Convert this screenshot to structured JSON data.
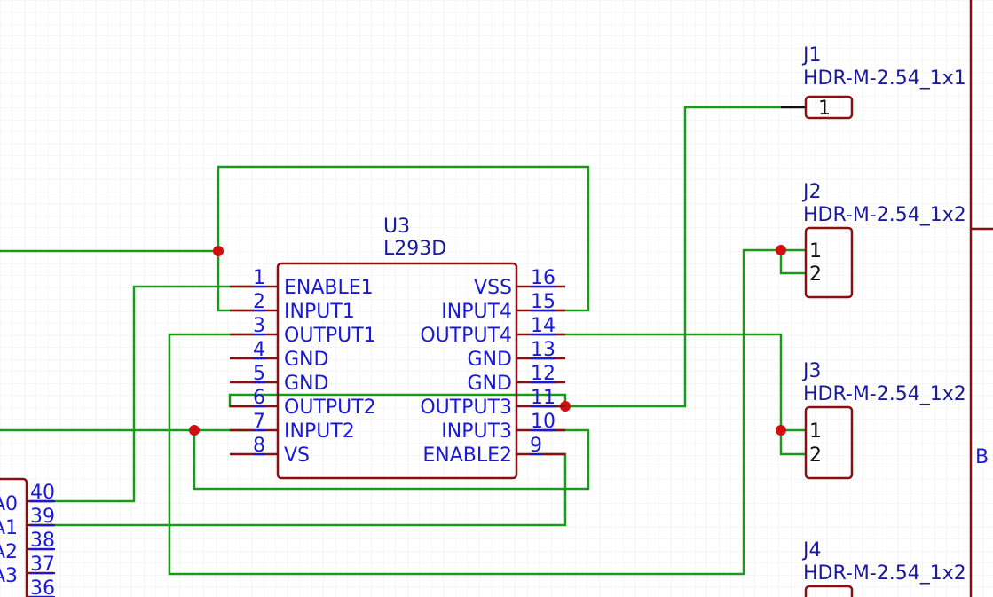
{
  "colors": {
    "wire": "#1a9a1a",
    "body": "#8a1010",
    "pin": "#8a1010",
    "junction": "#d01010",
    "label": "#1a1ad6",
    "grid": "#ececec"
  },
  "u3": {
    "designator": "U3",
    "part": "L293D",
    "left_pins": [
      {
        "num": "1",
        "name": "ENABLE1"
      },
      {
        "num": "2",
        "name": "INPUT1"
      },
      {
        "num": "3",
        "name": "OUTPUT1"
      },
      {
        "num": "4",
        "name": "GND"
      },
      {
        "num": "5",
        "name": "GND"
      },
      {
        "num": "6",
        "name": "OUTPUT2"
      },
      {
        "num": "7",
        "name": "INPUT2"
      },
      {
        "num": "8",
        "name": "VS"
      }
    ],
    "right_pins": [
      {
        "num": "16",
        "name": "VSS"
      },
      {
        "num": "15",
        "name": "INPUT4"
      },
      {
        "num": "14",
        "name": "OUTPUT4"
      },
      {
        "num": "13",
        "name": "GND"
      },
      {
        "num": "12",
        "name": "GND"
      },
      {
        "num": "11",
        "name": "OUTPUT3"
      },
      {
        "num": "10",
        "name": "INPUT3"
      },
      {
        "num": "9",
        "name": "ENABLE2"
      }
    ]
  },
  "connectors": [
    {
      "designator": "J1",
      "part": "HDR-M-2.54_1x1",
      "pins": [
        "1"
      ]
    },
    {
      "designator": "J2",
      "part": "HDR-M-2.54_1x2",
      "pins": [
        "1",
        "2"
      ]
    },
    {
      "designator": "J3",
      "part": "HDR-M-2.54_1x2",
      "pins": [
        "1",
        "2"
      ]
    },
    {
      "designator": "J4",
      "part": "HDR-M-2.54_1x2",
      "pins": []
    }
  ],
  "left_part": {
    "pins": [
      {
        "num": "40",
        "name": "A0"
      },
      {
        "num": "39",
        "name": "A1"
      },
      {
        "num": "38",
        "name": "A2"
      },
      {
        "num": "37",
        "name": "A3"
      },
      {
        "num": "36",
        "name": ""
      }
    ]
  },
  "right_part": {
    "label": "B"
  }
}
